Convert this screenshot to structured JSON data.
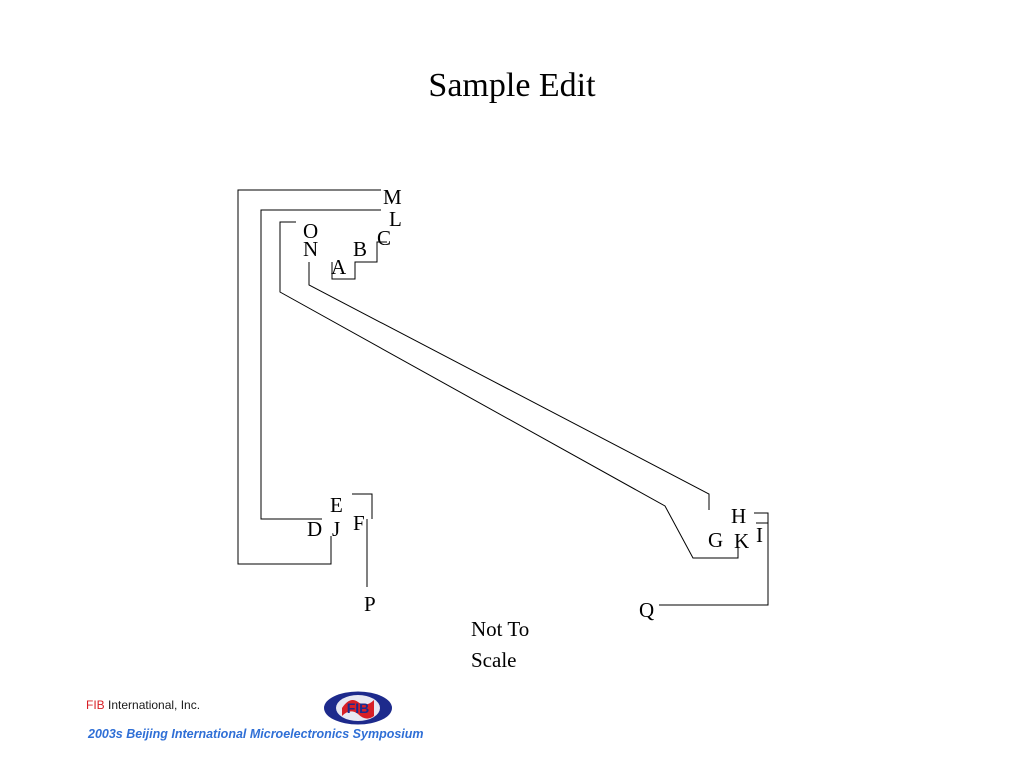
{
  "slide": {
    "title": "Sample Edit"
  },
  "diagram": {
    "labels": {
      "A": "A",
      "B": "B",
      "C": "C",
      "D": "D",
      "E": "E",
      "F": "F",
      "G": "G",
      "H": "H",
      "I": "I",
      "J": "J",
      "K": "K",
      "L": "L",
      "M": "M",
      "N": "N",
      "O": "O",
      "P": "P",
      "Q": "Q"
    }
  },
  "note": {
    "line1": "Not To",
    "line2": "Scale"
  },
  "footer": {
    "company_brand": "FIB",
    "company_rest": " International, Inc.",
    "event": "2003s Beijing International Microelectronics Symposium",
    "logo_text": "FIB"
  },
  "colors": {
    "brand_red": "#d81f26",
    "event_blue": "#2f6fd6",
    "logo_navy": "#1d2a8c"
  }
}
